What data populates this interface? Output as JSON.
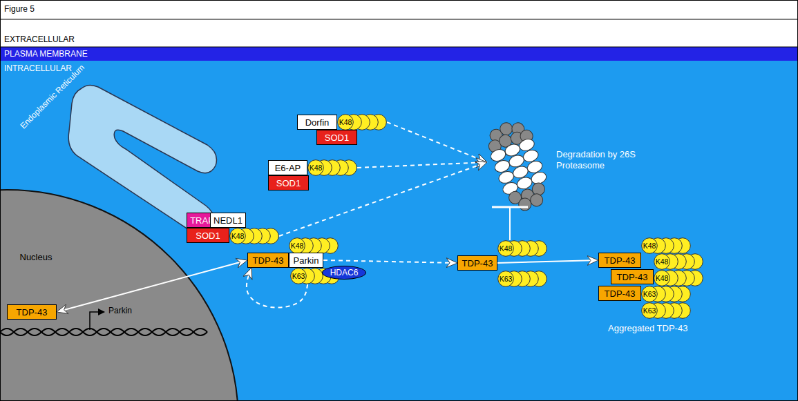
{
  "diagram": {
    "title": "Figure 5",
    "nodes": [
      {
        "text": [
          "EXTRACELLULAR"
        ]
      },
      {
        "text": [
          "PLASMA MEMBRANE"
        ]
      },
      {
        "text": [
          "INTRACELLULAR"
        ]
      },
      {
        "text": [
          "Endoplasmic Reticulum"
        ],
        "in": 2
      },
      {
        "text": [
          "Nucleus"
        ],
        "in": 2
      },
      {
        "text": [
          "TDP-43"
        ],
        "in": 4
      },
      {
        "text": [
          "Dorfin"
        ],
        "in": 2
      },
      {
        "text": [
          "K48"
        ],
        "in": 2
      },
      {
        "text": [
          "SOD1"
        ],
        "in": 2
      },
      {
        "text": [
          "E6-AP"
        ],
        "in": 2
      },
      {
        "text": [
          "K48"
        ],
        "in": 2
      },
      {
        "text": [
          "SOD1"
        ],
        "in": 2
      },
      {
        "text": [
          "TRAP"
        ],
        "in": 2
      },
      {
        "text": [
          "NEDL1"
        ],
        "in": 2
      },
      {
        "text": [
          "SOD1"
        ],
        "in": 2
      },
      {
        "text": [
          "K48"
        ],
        "in": 2
      },
      {
        "text": [
          "Degradation by 26S Proteasome"
        ],
        "in": 2
      },
      {
        "text": [
          "TDP-43"
        ],
        "in": 2
      },
      {
        "text": [
          "K48"
        ],
        "in": 2
      },
      {
        "text": [
          "Parkin"
        ],
        "in": 2
      },
      {
        "text": [
          "K63"
        ],
        "in": 2
      },
      {
        "text": [
          "HDAC6"
        ],
        "in": 2
      },
      {
        "text": [
          "TDP-43"
        ],
        "in": 2
      },
      {
        "text": [
          "K48"
        ],
        "in": 2
      },
      {
        "text": [
          "K63"
        ],
        "in": 2
      },
      {
        "text": [
          "TDP-43"
        ],
        "in": 2
      },
      {
        "text": [
          "TDP-43"
        ],
        "in": 2
      },
      {
        "text": [
          "TDP-43"
        ],
        "in": 2
      },
      {
        "text": [
          "K48"
        ],
        "in": 2
      },
      {
        "text": [
          "K48"
        ],
        "in": 2
      },
      {
        "text": [
          "K48"
        ],
        "in": 2
      },
      {
        "text": [
          "K63"
        ],
        "in": 2
      },
      {
        "text": [
          "K63"
        ],
        "in": 2
      }
    ],
    "edges": [
      {
        "from": 7,
        "to": 16,
        "arrow": "to"
      },
      {
        "from": 10,
        "to": 16,
        "arrow": "to"
      },
      {
        "from": 15,
        "to": 16,
        "arrow": "to"
      },
      {
        "from": 5,
        "to": 17,
        "arrow": "both"
      },
      {
        "from": 20,
        "to": 17,
        "arrow": "to"
      },
      {
        "from": 19,
        "to": 22,
        "arrow": "to"
      },
      {
        "from": 23,
        "to": 16,
        "arrow": "to"
      },
      {
        "from": 22,
        "to": 25,
        "arrow": "to"
      }
    ],
    "labels": [
      "Parkin",
      "Aggregated TDP-43"
    ]
  }
}
